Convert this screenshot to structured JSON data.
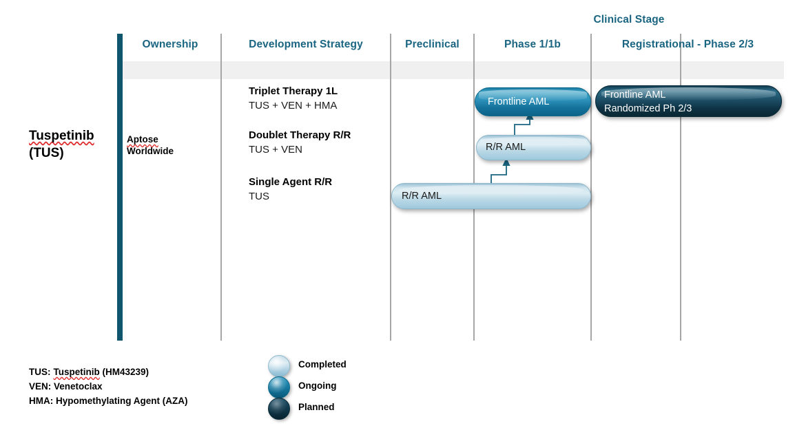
{
  "header": {
    "group_title": "Clinical Stage",
    "columns": [
      {
        "id": "ownership",
        "label": "Ownership"
      },
      {
        "id": "development-strategy",
        "label": "Development Strategy"
      },
      {
        "id": "preclinical",
        "label": "Preclinical"
      },
      {
        "id": "phase-1-1b",
        "label": "Phase 1/1b"
      },
      {
        "id": "registrational-phase-2-3",
        "label": "Registrational - Phase 2/3"
      }
    ]
  },
  "product": {
    "name": "Tuspetinib",
    "abbreviation": "(TUS)"
  },
  "ownership": {
    "company": "Aptose",
    "scope": "Worldwide"
  },
  "strategies": [
    {
      "title": "Triplet Therapy 1L",
      "subtitle": "TUS + VEN + HMA"
    },
    {
      "title": "Doublet Therapy R/R",
      "subtitle": "TUS + VEN"
    },
    {
      "title": "Single Agent R/R",
      "subtitle": "TUS"
    }
  ],
  "programs": [
    {
      "id": "frontline-aml-phase1",
      "label": "Frontline AML",
      "status": "Ongoing",
      "stage": "Phase 1/1b",
      "strategy": "Triplet Therapy 1L"
    },
    {
      "id": "frontline-aml-randomized",
      "label_line1": "Frontline AML",
      "label_line2": "Randomized Ph 2/3",
      "status": "Planned",
      "stage": "Registrational - Phase 2/3",
      "strategy": "Triplet Therapy 1L"
    },
    {
      "id": "rr-aml-phase1",
      "label": "R/R AML",
      "status": "Completed",
      "stage": "Phase 1/1b",
      "strategy": "Doublet Therapy R/R"
    },
    {
      "id": "rr-aml-preclinical",
      "label": "R/R AML",
      "status": "Completed",
      "stage": "Preclinical through Phase 1/1b",
      "strategy": "Single Agent R/R"
    }
  ],
  "legend": [
    {
      "key": "completed",
      "label": "Completed",
      "color": "#c5e0ec"
    },
    {
      "key": "ongoing",
      "label": "Ongoing",
      "color": "#1e84ab"
    },
    {
      "key": "planned",
      "label": "Planned",
      "color": "#123d52"
    }
  ],
  "footnotes": [
    {
      "abbr": "TUS:",
      "definition": " Tuspetinib (HM43239)",
      "spellcheck_term": "Tuspetinib"
    },
    {
      "abbr": "VEN:",
      "definition": " Venetoclax"
    },
    {
      "abbr": "HMA:",
      "definition": " Hypomethylating Agent (AZA)"
    }
  ],
  "footnote_lines": [
    "TUS: Tuspetinib (HM43239)",
    "VEN: Venetoclax",
    "HMA: Hypomethylating Agent (AZA)"
  ],
  "colors": {
    "header_teal": "#1a6582",
    "rule_gray": "#a6a6a6",
    "band_gray": "#f0f0f0",
    "spine_teal": "#10556e",
    "arrow_teal": "#1a6582"
  }
}
